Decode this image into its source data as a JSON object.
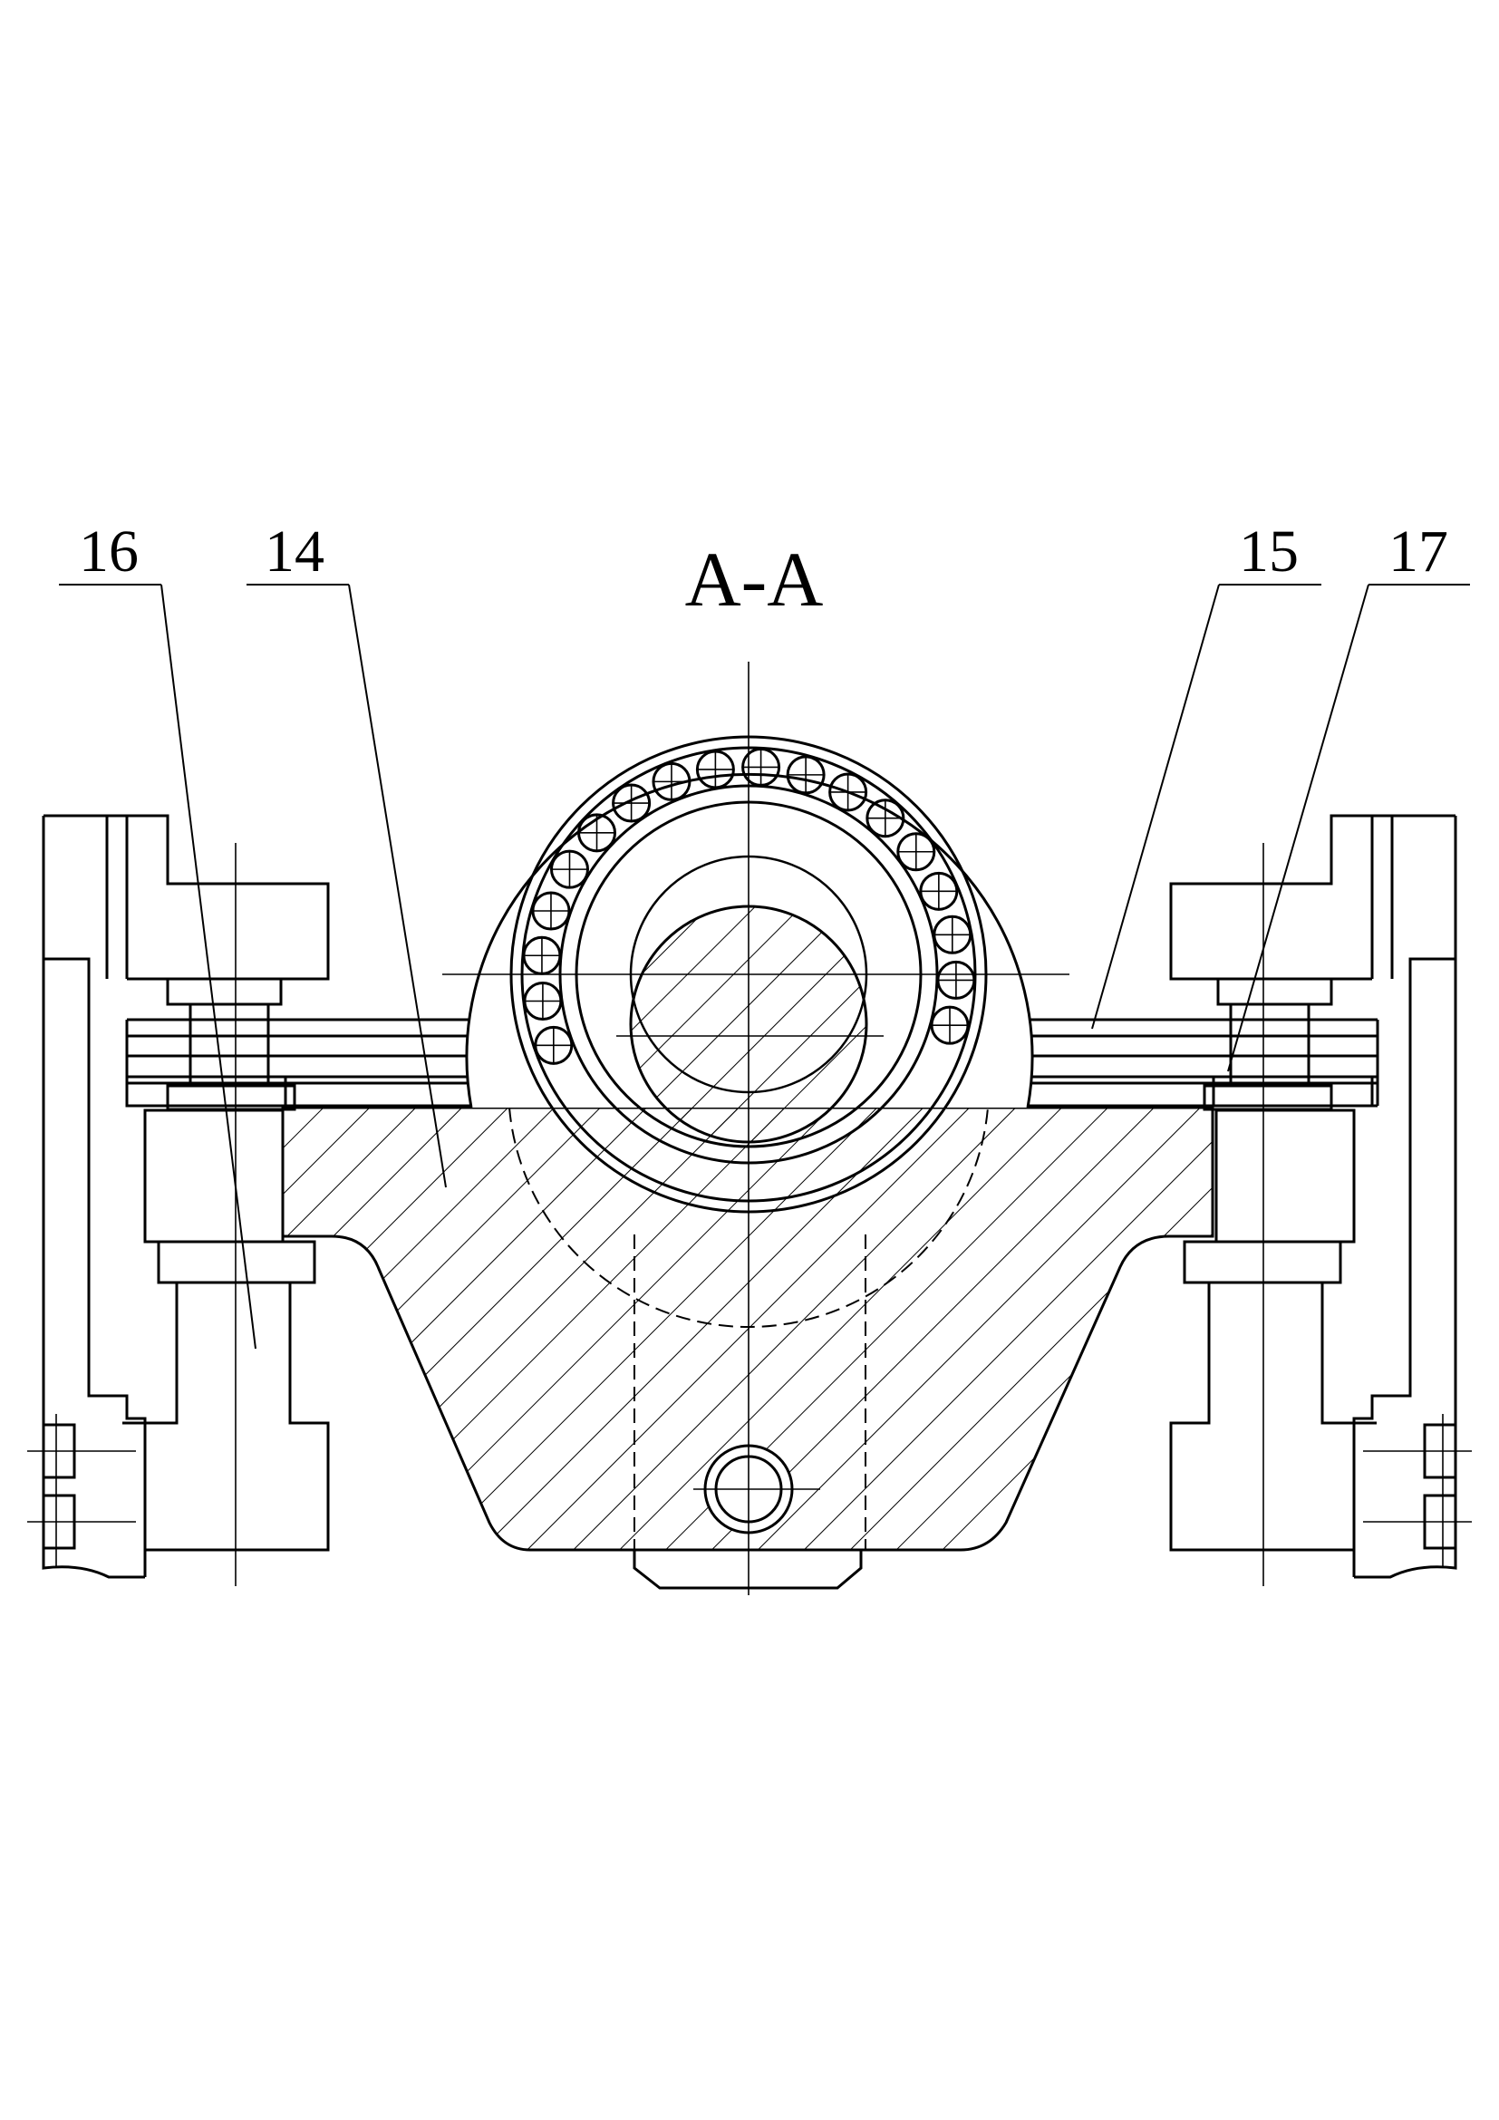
{
  "section_title": "A-A",
  "callouts": {
    "part_16": "16",
    "part_14": "14",
    "part_15": "15",
    "part_17": "17"
  },
  "colors": {
    "line": "#000000",
    "background": "#ffffff"
  }
}
